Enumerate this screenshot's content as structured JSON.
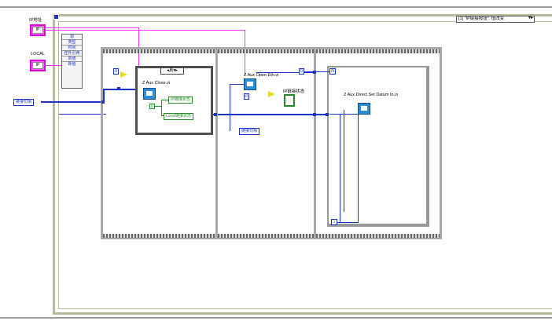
{
  "event_structure": {
    "selector_label": "[1] \"IP链接按钮\": 值改变"
  },
  "controls": {
    "ip_label": "IP地址",
    "ip_value": "IP",
    "local_label": "LOCAL",
    "local_value": "IP"
  },
  "bundle_items": [
    "源",
    "类型",
    "时间",
    "控件引用",
    "原值",
    "新值"
  ],
  "left_local": "链接句柄",
  "frame1": {
    "case_label": "真",
    "vi_title": "Z Aux Close.vi",
    "const_top": "0",
    "const_mid": "0",
    "local_ip_state": "IP链接状态",
    "local_local_state": "Local链接状态"
  },
  "frame2": {
    "vi_title": "Z Aux Open Eth.vi",
    "indicator_label": "IP链接状态",
    "const_mid": "0",
    "local_handle": "链接句柄"
  },
  "frame3": {
    "vi_title": "Z Aux Direct Set Datum In.vi",
    "const_a": "0",
    "const_b": "N",
    "const_i": "i"
  },
  "colors": {
    "wire_blue": "#1c33c8",
    "wire_pink": "#ff30ff",
    "wire_green": "#2a8a2a",
    "frame_gray": "#a8a8a8"
  }
}
